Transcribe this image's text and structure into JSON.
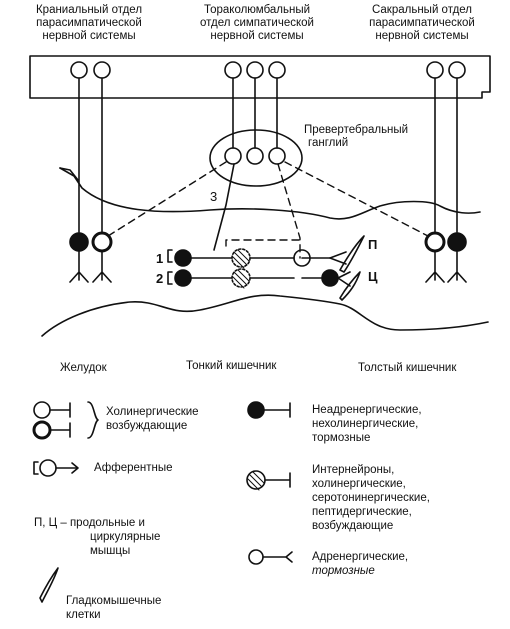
{
  "header": {
    "cranial": [
      "Краниальный отдел",
      "парасимпатической",
      "нервной системы"
    ],
    "thoracolumbar": [
      "Тораколюмбальный",
      "отдел  симпатической",
      "нервной системы"
    ],
    "sacral": [
      "Сакральный отдел",
      "парасимпатической",
      "нервной системы"
    ]
  },
  "ganglion": [
    "Превертебральный",
    "ганглий"
  ],
  "marks": {
    "three": "3",
    "one": "1",
    "two": "2",
    "p": "П",
    "ts": "Ц"
  },
  "organs": {
    "stomach": "Желудок",
    "small_intestine": "Тонкий кишечник",
    "large_intestine": "Толстый кишечник"
  },
  "legend": {
    "cholinergic": [
      "Холинергические",
      "возбуждающие"
    ],
    "afferent": "Афферентные",
    "pc": [
      "П, Ц – продольные и",
      "циркулярные",
      "мышцы"
    ],
    "smooth": [
      "Гладкомышечные",
      "клетки"
    ],
    "nonadrenergic": [
      "Неадренергические,",
      "нехолинергические,",
      "тормозные"
    ],
    "interneurons": [
      "Интернейроны,",
      "холинергические,",
      "серотонинергические,",
      "пептидергические,",
      "возбуждающие"
    ],
    "adrenergic": [
      "Адренергические,",
      "тормозные"
    ]
  }
}
